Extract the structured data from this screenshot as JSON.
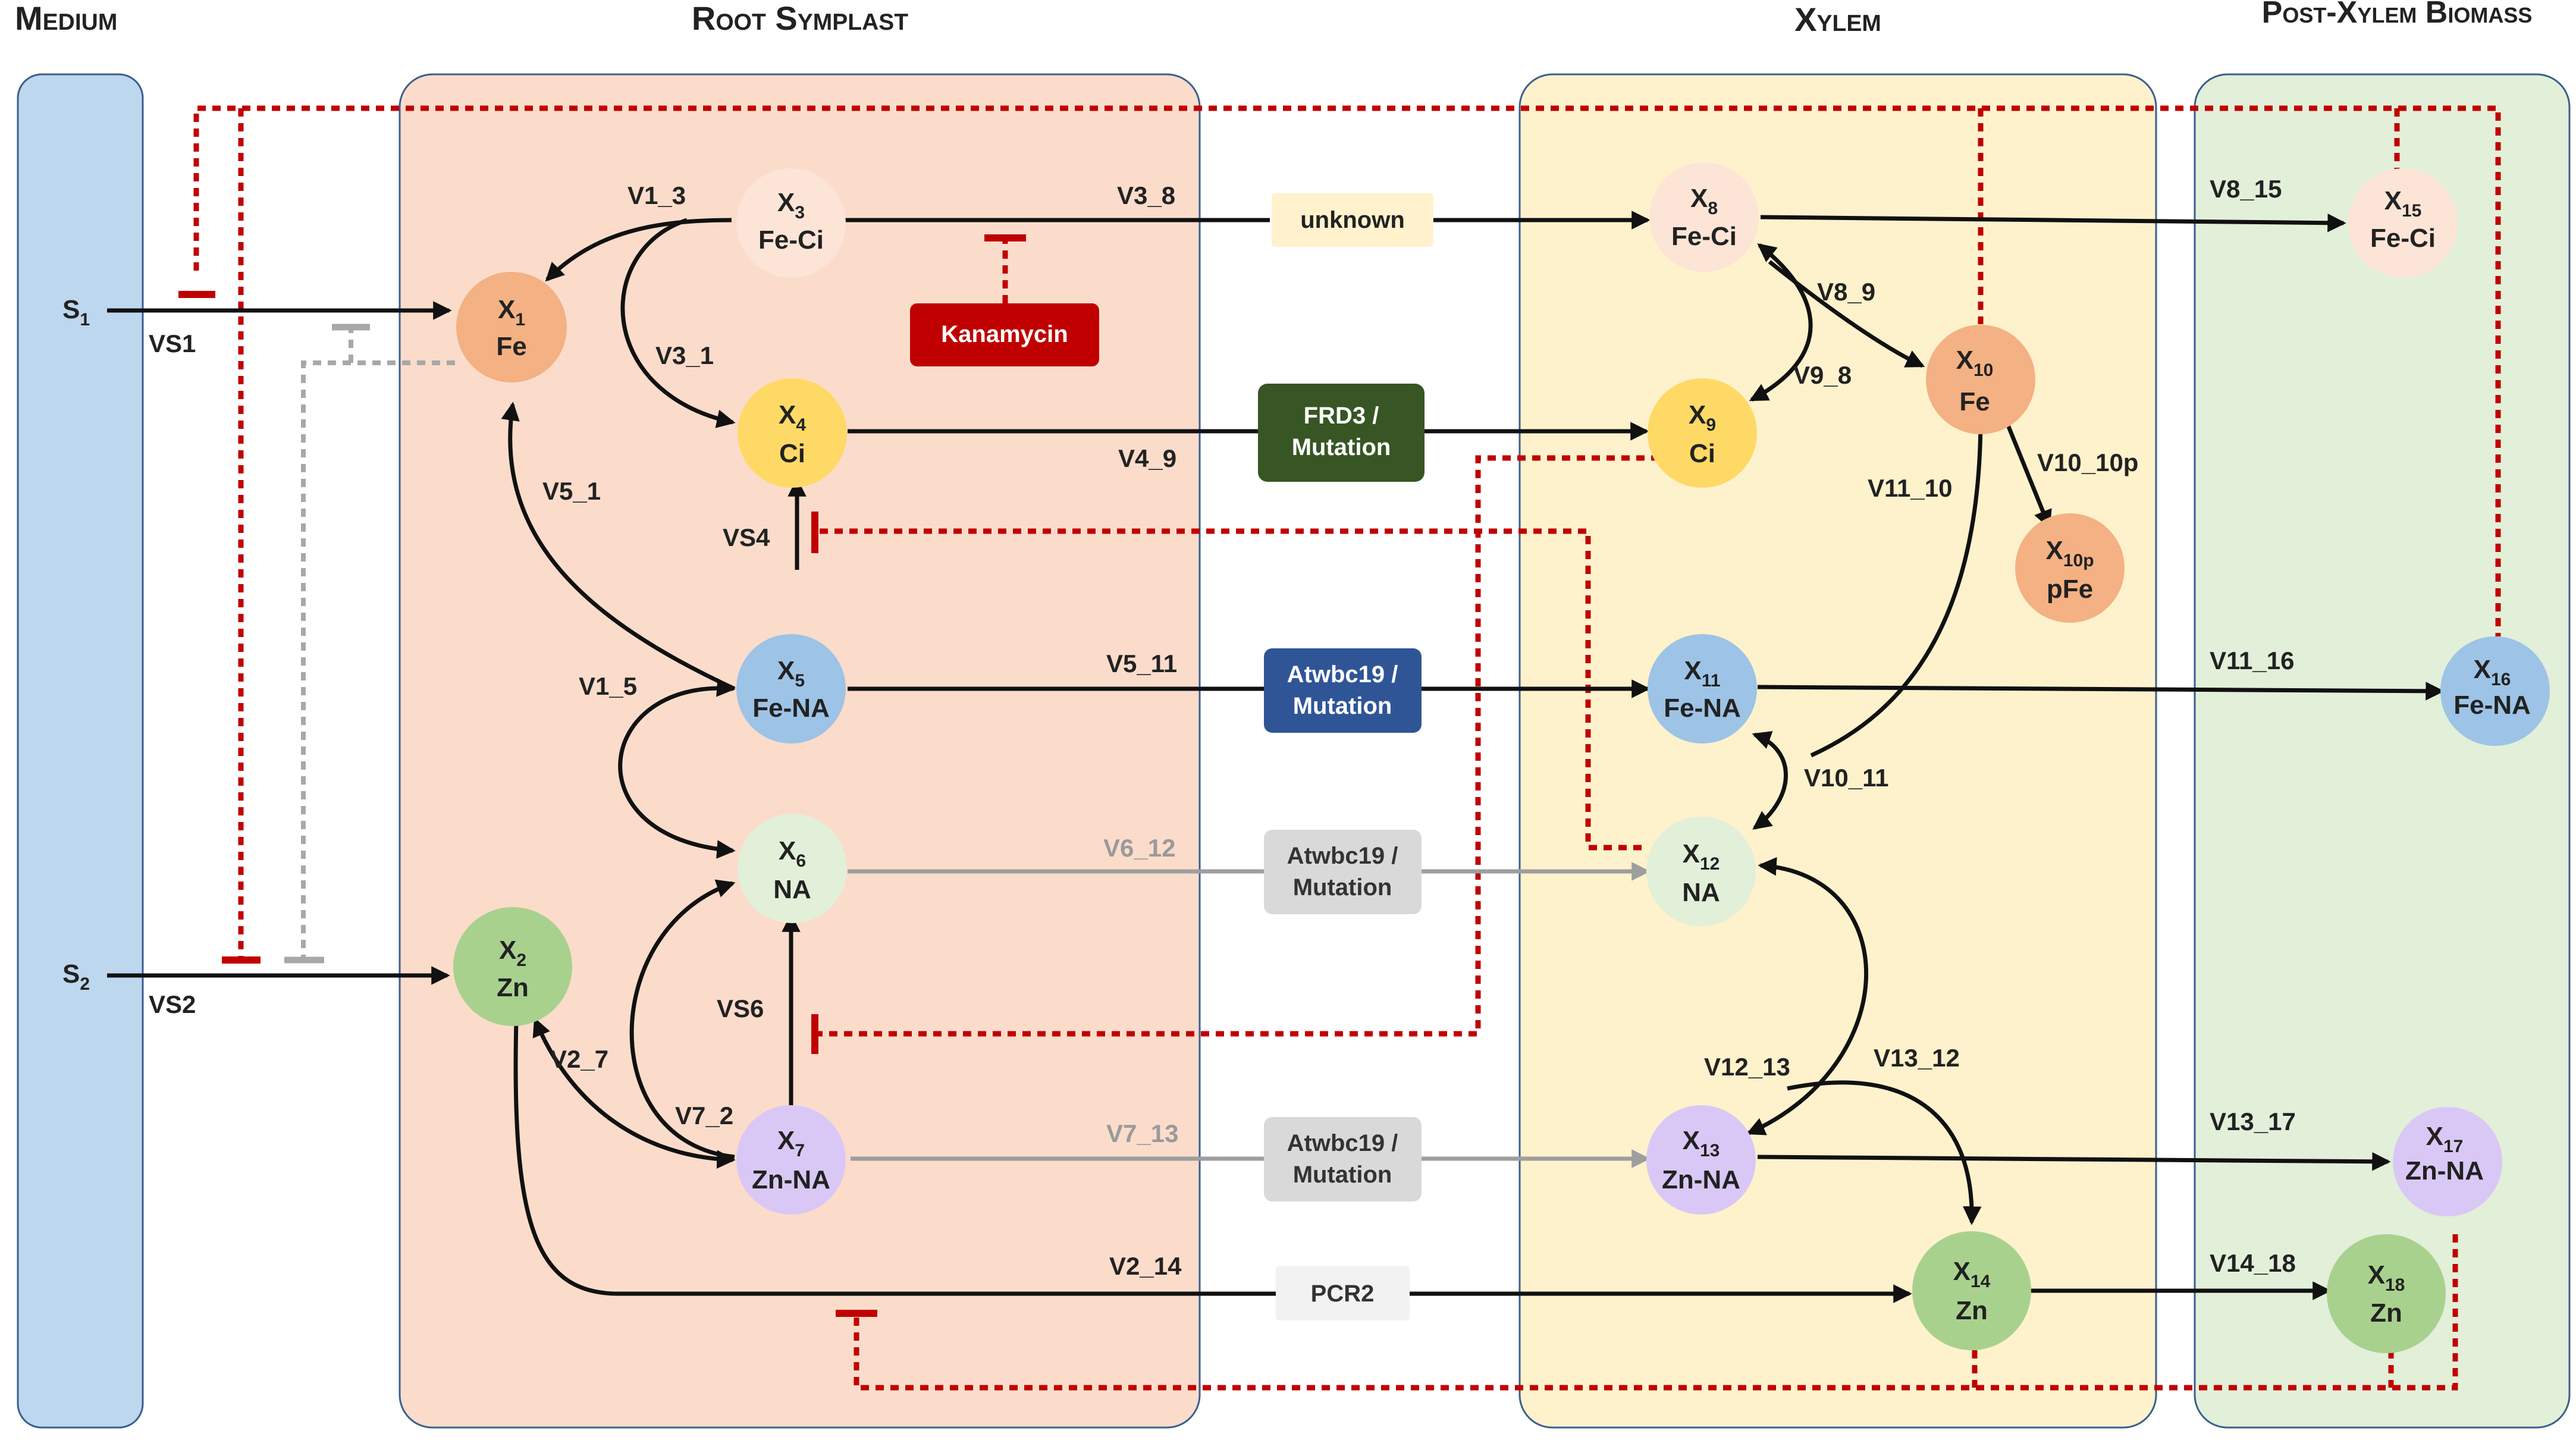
{
  "headers": {
    "medium": "Medium",
    "root_symplast": "Root Symplast",
    "xylem": "Xylem",
    "post_xylem": "Post-Xylem Biomass"
  },
  "colors": {
    "medium_bg": "#bdd7ee",
    "root_bg": "#fbdccb",
    "xylem_bg": "#fdf2cc",
    "postxylem_bg": "#e2efd9",
    "fe": "#f4b183",
    "fe_ci": "#fce4d6",
    "ci": "#ffd966",
    "fe_na": "#9dc3e6",
    "na": "#e2efd9",
    "zn": "#a9d18e",
    "zn_na": "#d9c8f5",
    "inhibit": "#c00000"
  },
  "sources": {
    "s1": "S",
    "s1_sub": "1",
    "s2": "S",
    "s2_sub": "2"
  },
  "nodes": {
    "x1": {
      "x": "X",
      "sub": "1",
      "label": "Fe"
    },
    "x2": {
      "x": "X",
      "sub": "2",
      "label": "Zn"
    },
    "x3": {
      "x": "X",
      "sub": "3",
      "label": "Fe-Ci"
    },
    "x4": {
      "x": "X",
      "sub": "4",
      "label": "Ci"
    },
    "x5": {
      "x": "X",
      "sub": "5",
      "label": "Fe-NA"
    },
    "x6": {
      "x": "X",
      "sub": "6",
      "label": "NA"
    },
    "x7": {
      "x": "X",
      "sub": "7",
      "label": "Zn-NA"
    },
    "x8": {
      "x": "X",
      "sub": "8",
      "label": "Fe-Ci"
    },
    "x9": {
      "x": "X",
      "sub": "9",
      "label": "Ci"
    },
    "x10": {
      "x": "X",
      "sub": "10",
      "label": "Fe"
    },
    "x10p": {
      "x": "X",
      "sub": "10p",
      "label": "pFe"
    },
    "x11": {
      "x": "X",
      "sub": "11",
      "label": "Fe-NA"
    },
    "x12": {
      "x": "X",
      "sub": "12",
      "label": "NA"
    },
    "x13": {
      "x": "X",
      "sub": "13",
      "label": "Zn-NA"
    },
    "x14": {
      "x": "X",
      "sub": "14",
      "label": "Zn"
    },
    "x15": {
      "x": "X",
      "sub": "15",
      "label": "Fe-Ci"
    },
    "x16": {
      "x": "X",
      "sub": "16",
      "label": "Fe-NA"
    },
    "x17": {
      "x": "X",
      "sub": "17",
      "label": "Zn-NA"
    },
    "x18": {
      "x": "X",
      "sub": "18",
      "label": "Zn"
    }
  },
  "edges": {
    "vs1": "VS1",
    "vs2": "VS2",
    "v1_3": "V1_3",
    "v3_1": "V3_1",
    "v3_8": "V3_8",
    "v4_9": "V4_9",
    "v5_1": "V5_1",
    "vs4": "VS4",
    "v1_5": "V1_5",
    "v5_11": "V5_11",
    "v6_12": "V6_12",
    "vs6": "VS6",
    "v2_7": "V2_7",
    "v7_2": "V7_2",
    "v7_13": "V7_13",
    "v2_14": "V2_14",
    "v8_9": "V8_9",
    "v9_8": "V9_8",
    "v10_10p": "V10_10p",
    "v11_10": "V11_10",
    "v10_11": "V10_11",
    "v12_13": "V12_13",
    "v13_12": "V13_12",
    "v8_15": "V8_15",
    "v11_16": "V11_16",
    "v13_17": "V13_17",
    "v14_18": "V14_18"
  },
  "boxes": {
    "unknown": {
      "line1": "unknown",
      "line2": ""
    },
    "kanamycin": {
      "line1": "Kanamycin",
      "line2": ""
    },
    "frd3": {
      "line1": "FRD3 /",
      "line2": "Mutation"
    },
    "atwbc19_fe": {
      "line1": "Atwbc19 /",
      "line2": "Mutation"
    },
    "atwbc19_na": {
      "line1": "Atwbc19 /",
      "line2": "Mutation"
    },
    "atwbc19_zn": {
      "line1": "Atwbc19 /",
      "line2": "Mutation"
    },
    "pcr2": {
      "line1": "PCR2",
      "line2": ""
    }
  }
}
